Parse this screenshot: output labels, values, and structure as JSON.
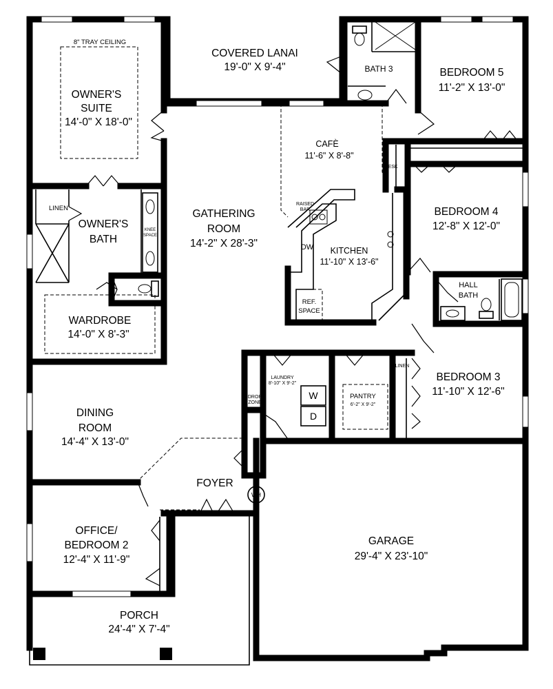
{
  "rooms": {
    "owners_suite": {
      "name1": "OWNER'S",
      "name2": "SUITE",
      "dim": "14'-0\" X 18'-0\"",
      "ceiling": "8\" TRAY CEILING"
    },
    "covered_lanai": {
      "name": "COVERED LANAI",
      "dim": "19'-0\" X 9'-4\""
    },
    "bath3": {
      "name": "BATH 3"
    },
    "bedroom5": {
      "name": "BEDROOM 5",
      "dim": "11'-2\" X 13'-0\""
    },
    "cafe": {
      "name": "CAFÈ",
      "dim": "11'-6\" X 8'-8\""
    },
    "desk": {
      "name": "DESK"
    },
    "linen_owner": {
      "name": "LINEN"
    },
    "owners_bath": {
      "name1": "OWNER'S",
      "name2": "BATH",
      "knee1": "KNEE",
      "knee2": "SPACE"
    },
    "gathering": {
      "name1": "GATHERING",
      "name2": "ROOM",
      "dim": "14'-2\" X 28'-3\""
    },
    "raised_bar": {
      "line1": "RAISED",
      "line2": "BAR"
    },
    "dw": {
      "name": "DW"
    },
    "kitchen": {
      "name": "KITCHEN",
      "dim": "11'-10\" X 13'-6\""
    },
    "ref": {
      "line1": "REF.",
      "line2": "SPACE"
    },
    "bedroom4": {
      "name": "BEDROOM 4",
      "dim": "12'-8\" X 12'-0\""
    },
    "hall_bath": {
      "name1": "HALL",
      "name2": "BATH"
    },
    "wardrobe": {
      "name": "WARDROBE",
      "dim": "14'-0\" X 8'-3\""
    },
    "laundry": {
      "name": "LAUNDRY",
      "dim": "8'-10\" X 9'-2\"",
      "washer": "W",
      "dryer": "D"
    },
    "drop_zone": {
      "line1": "DROP",
      "line2": "ZONE"
    },
    "pantry": {
      "name": "PANTRY",
      "dim": "6'-2\" X 9'-2\""
    },
    "linen_hall": {
      "name": "LINEN"
    },
    "bedroom3": {
      "name": "BEDROOM 3",
      "dim": "11'-10\" X 12'-6\""
    },
    "dining": {
      "name1": "DINING",
      "name2": "ROOM",
      "dim": "14'-4\" X 13'-0\""
    },
    "foyer": {
      "name": "FOYER"
    },
    "wh": {
      "name": "WH"
    },
    "office": {
      "name1": "OFFICE/",
      "name2": "BEDROOM 2",
      "dim": "12'-4\" X 11'-9\""
    },
    "garage": {
      "name": "GARAGE",
      "dim": "29'-4\" X 23'-10\""
    },
    "porch": {
      "name": "PORCH",
      "dim": "24'-4\" X 7'-4\""
    }
  }
}
